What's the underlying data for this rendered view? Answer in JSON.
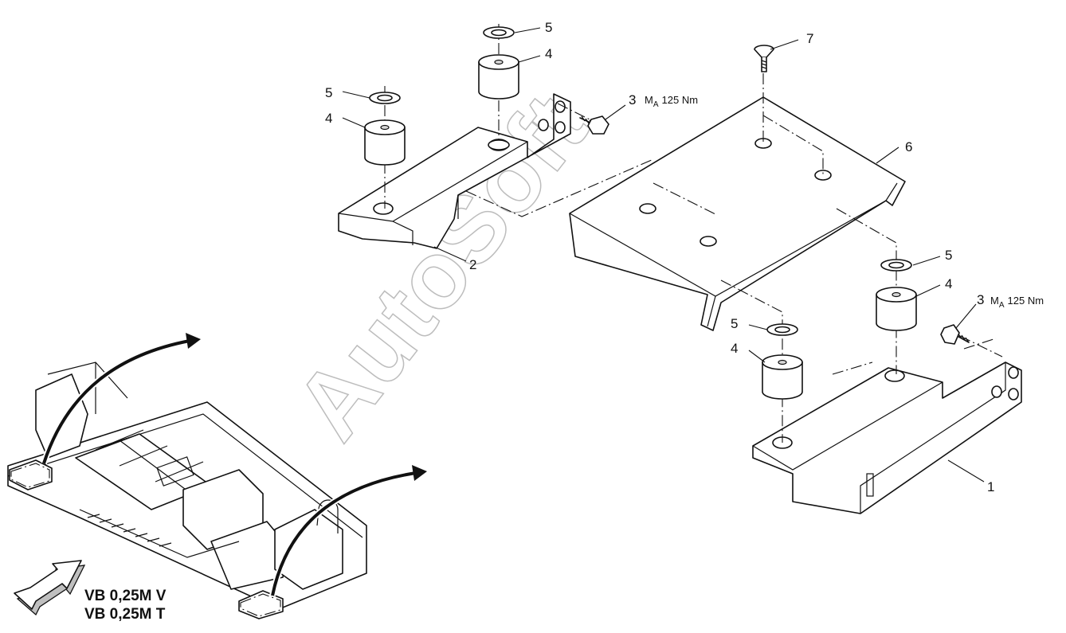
{
  "watermark": "AutoSoft",
  "callouts": {
    "c1": "1",
    "c2": "2",
    "c3a": "3",
    "c3b": "3",
    "c4a": "4",
    "c4b": "4",
    "c4c": "4",
    "c4d": "4",
    "c5a": "5",
    "c5b": "5",
    "c5c": "5",
    "c5d": "5",
    "c6": "6",
    "c7": "7"
  },
  "torque": {
    "symbol": "M",
    "subscript": "A",
    "value": "125 Nm"
  },
  "models": [
    "VB 0,25M V",
    "VB 0,25M T"
  ]
}
